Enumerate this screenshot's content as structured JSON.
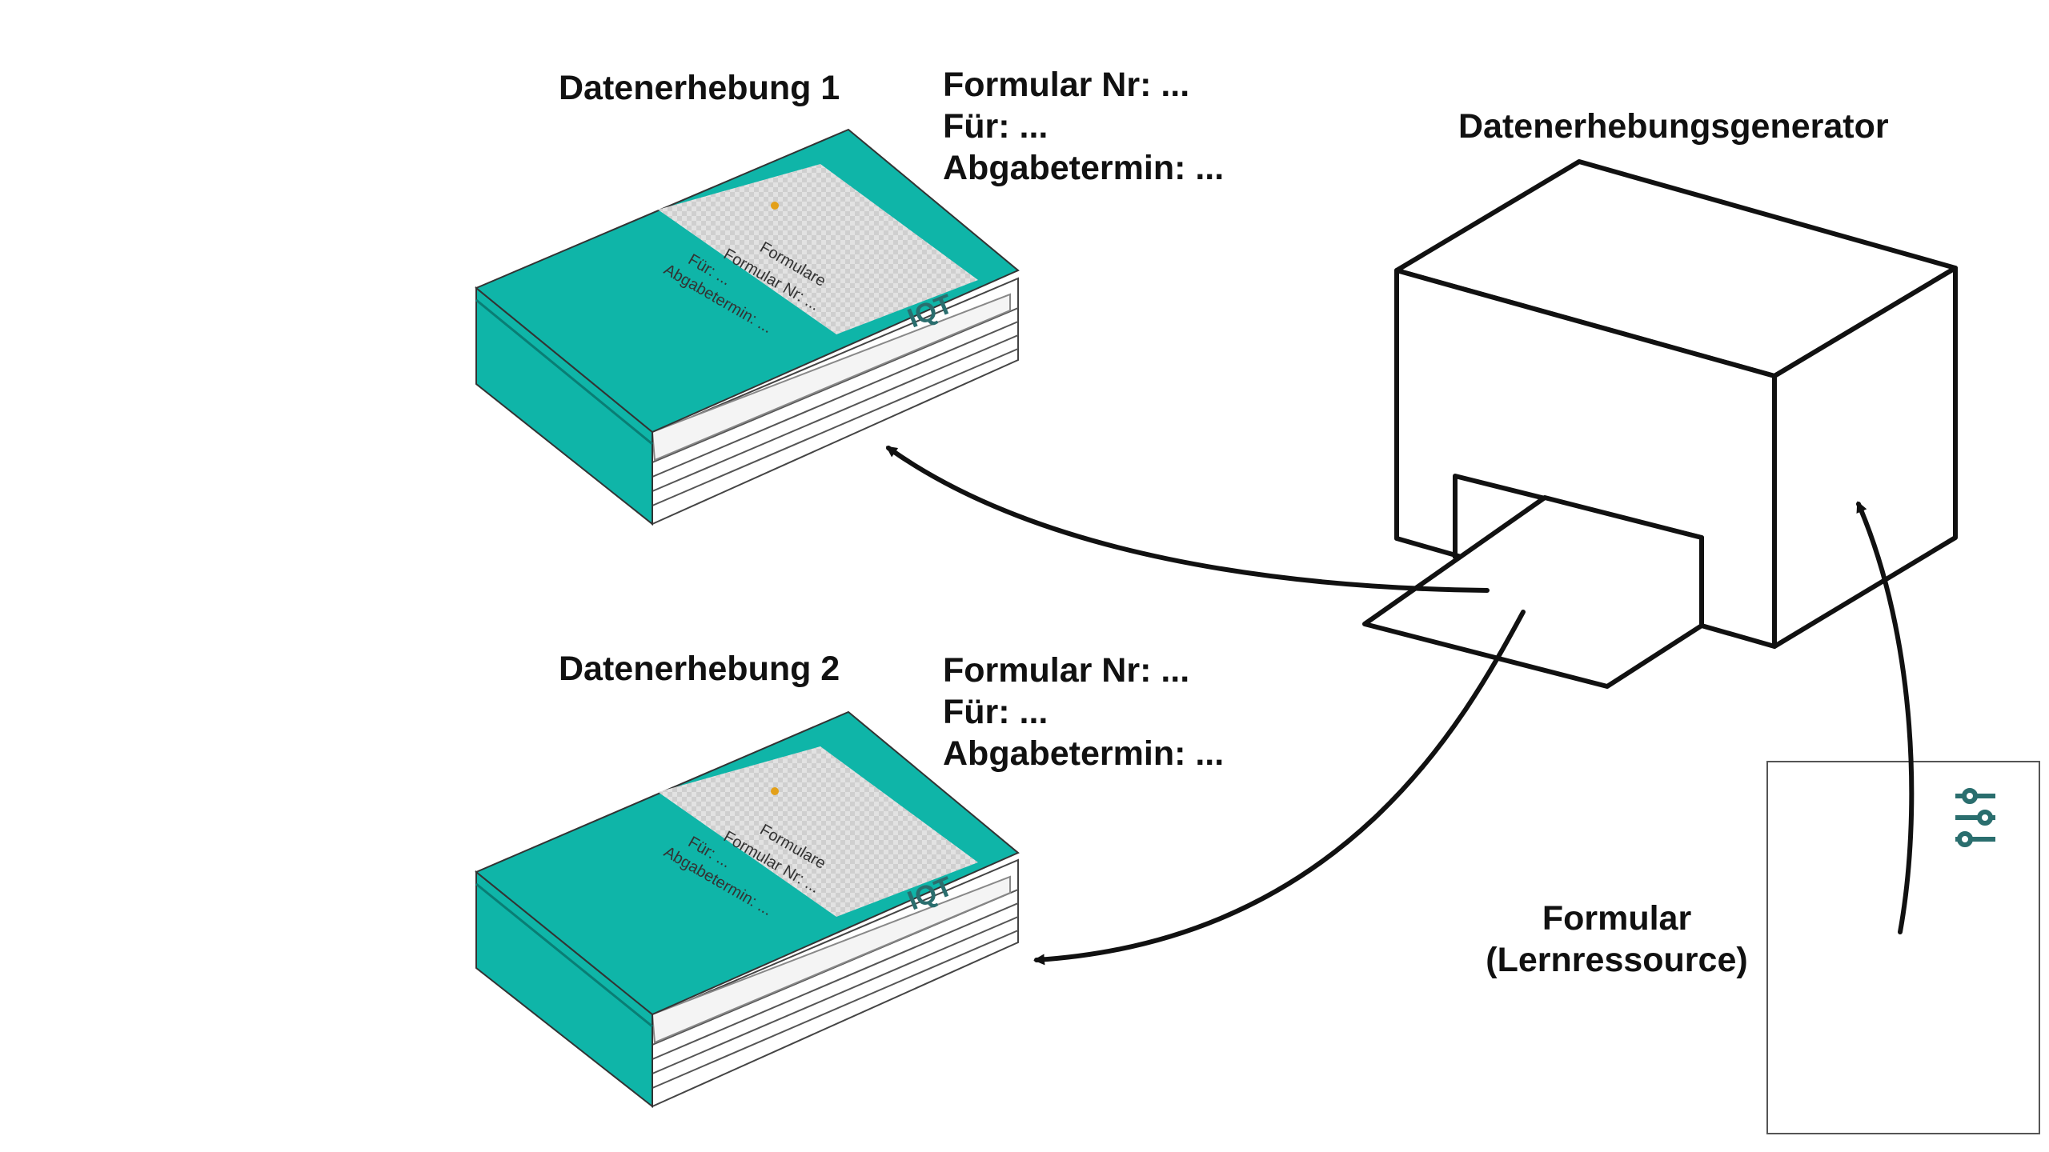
{
  "book1": {
    "title": "Datenerhebung 1",
    "meta": [
      "Formular Nr: ...",
      "Für: ...",
      "Abgabetermin: ..."
    ],
    "cover_card": [
      "Formulare",
      "Formular Nr: ...",
      "Für: ...",
      "Abgabetermin: ..."
    ],
    "spine_logo": "IQT"
  },
  "book2": {
    "title": "Datenerhebung 2",
    "meta": [
      "Formular Nr: ...",
      "Für: ...",
      "Abgabetermin: ..."
    ],
    "cover_card": [
      "Formulare",
      "Formular Nr: ...",
      "Für: ...",
      "Abgabetermin: ..."
    ],
    "spine_logo": "IQT"
  },
  "generator": {
    "title": "Datenerhebungsgenerator"
  },
  "form": {
    "title_line1": "Formular",
    "title_line2": "(Lernressource)",
    "icon": "sliders-icon"
  },
  "colors": {
    "teal": "#0fb5a8",
    "dark_teal": "#2a6e6e",
    "stroke": "#111111",
    "card": "#d9d9d9",
    "dot": "#e3a019"
  }
}
